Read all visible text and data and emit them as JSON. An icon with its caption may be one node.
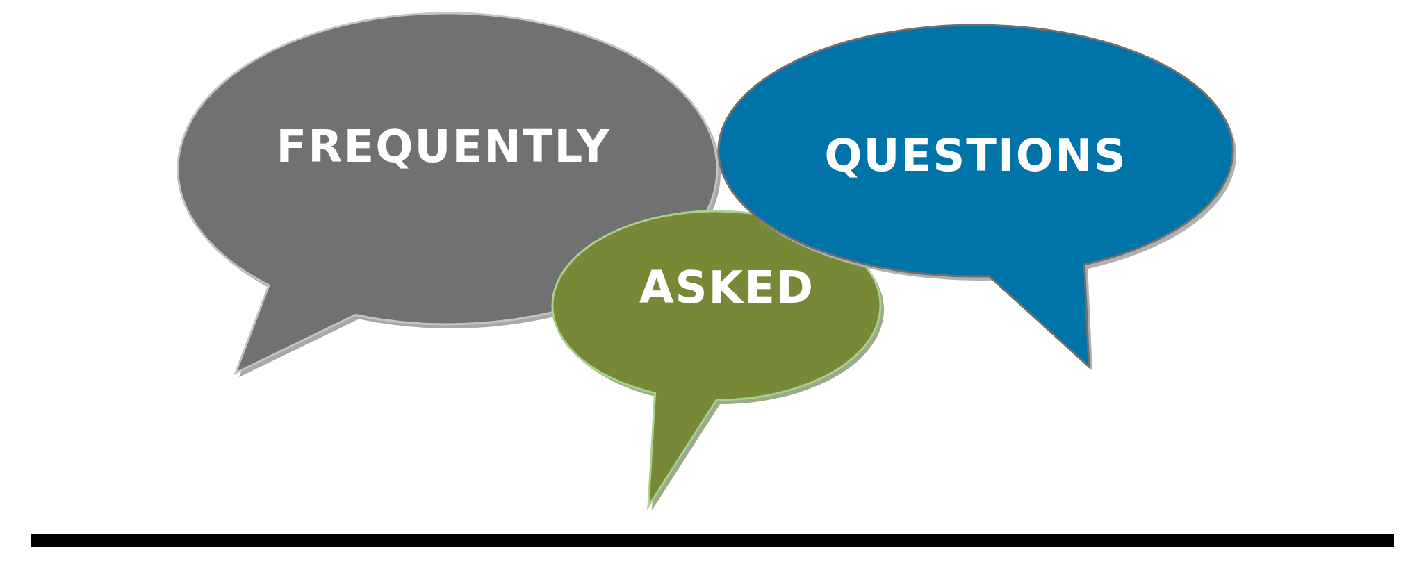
{
  "diagram": {
    "nodes": [
      {
        "text": [
          "FREQUENTLY"
        ]
      },
      {
        "text": [
          "ASKED"
        ]
      },
      {
        "text": [
          "QUESTIONS"
        ]
      },
      {
        "text": [],
        "shape": "bar"
      }
    ]
  }
}
